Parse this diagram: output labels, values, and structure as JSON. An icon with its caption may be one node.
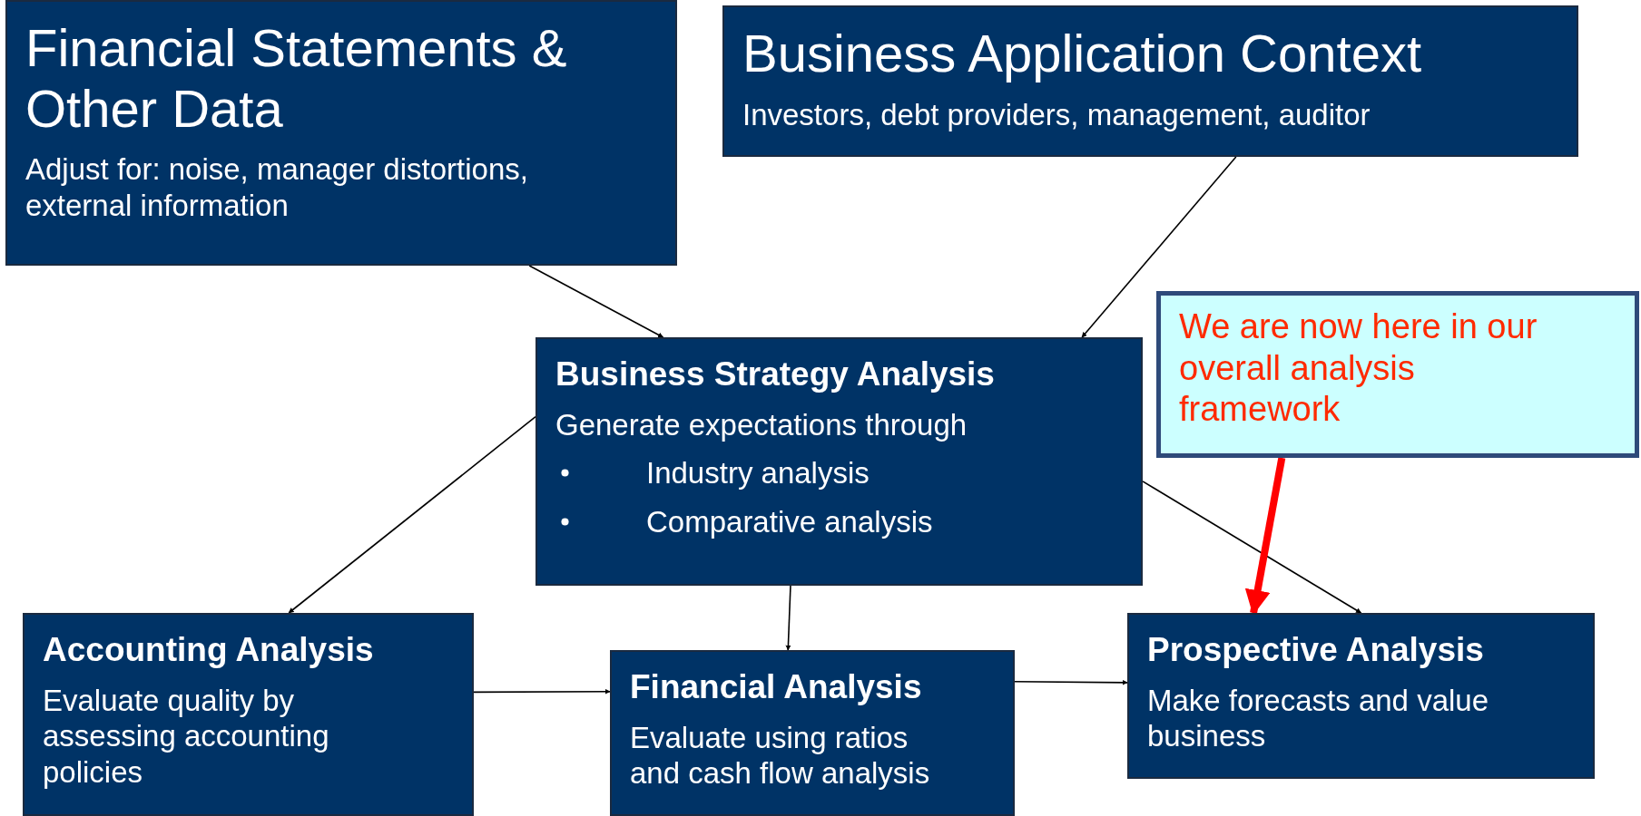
{
  "diagram": {
    "nodes": [
      {
        "text": [
          "Financial Statements & Other Data",
          "Adjust for: noise, manager distortions, external information"
        ]
      },
      {
        "text": [
          "Business Application Context",
          "Investors, debt providers, management, auditor"
        ]
      },
      {
        "text": [
          "Business Strategy Analysis",
          "Generate expectations through",
          "Industry analysis",
          "Comparative analysis"
        ]
      },
      {
        "text": [
          "We are now here in our overall analysis framework"
        ]
      },
      {
        "text": [
          "Accounting Analysis",
          "Evaluate quality by assessing accounting policies"
        ]
      },
      {
        "text": [
          "Financial Analysis",
          "Evaluate using ratios and cash flow analysis"
        ]
      },
      {
        "text": [
          "Prospective Analysis",
          "Make forecasts and value business"
        ]
      }
    ],
    "edges": [
      {
        "from": 0,
        "to": 2,
        "arrow": "to"
      },
      {
        "from": 1,
        "to": 2,
        "arrow": "to"
      },
      {
        "from": 2,
        "to": 4,
        "arrow": "to"
      },
      {
        "from": 2,
        "to": 5,
        "arrow": "to"
      },
      {
        "from": 2,
        "to": 6,
        "arrow": "to"
      },
      {
        "from": 4,
        "to": 5,
        "arrow": "to"
      },
      {
        "from": 5,
        "to": 6,
        "arrow": "to"
      },
      {
        "from": 3,
        "to": 6,
        "arrow": "to",
        "style": "thick",
        "color": "#ff0000"
      }
    ]
  }
}
